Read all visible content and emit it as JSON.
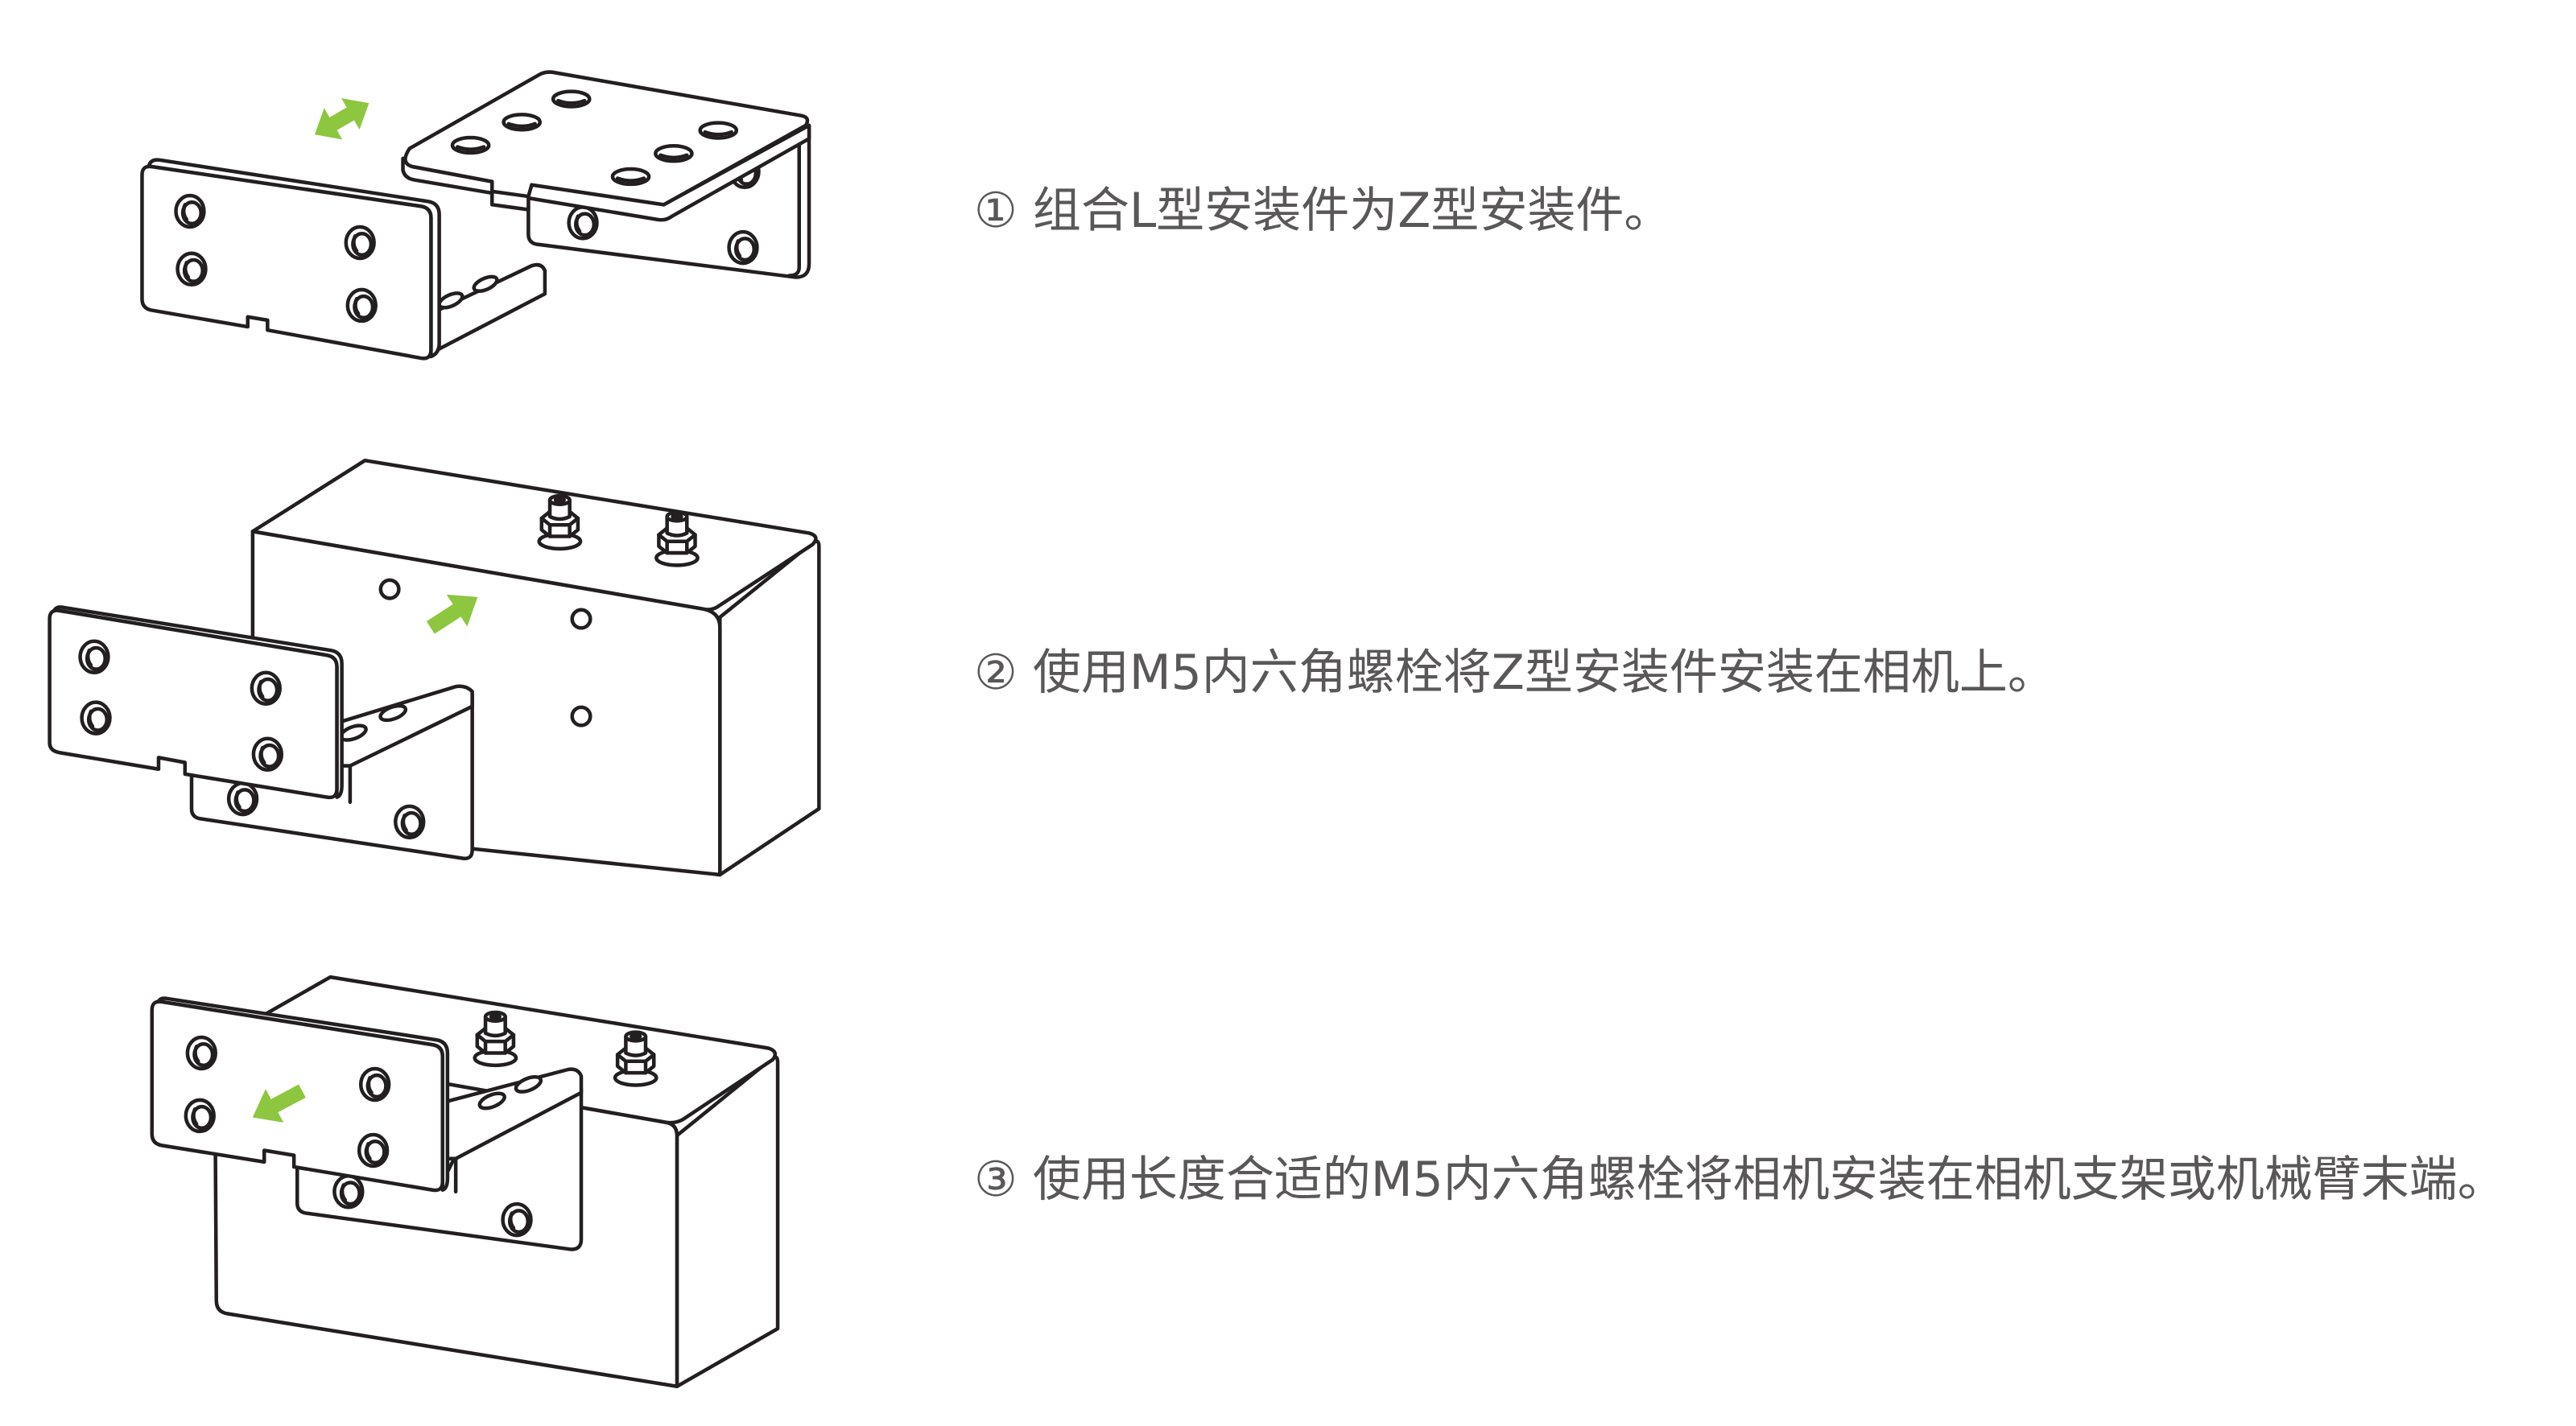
{
  "steps": [
    {
      "text": "① 组合L型安装件为Z型安装件。"
    },
    {
      "text": "② 使用M5内六角螺栓将Z型安装件安装在相机上。"
    },
    {
      "text": "③ 使用长度合适的M5内六角螺栓将相机安装在相机支架或机械臂末端。"
    }
  ],
  "colors": {
    "accent": "#8dc63f",
    "line": "#231f20",
    "text": "#595757",
    "background": "#ffffff"
  },
  "icons": {
    "step1_arrow": "double-arrow-icon",
    "step2_arrow": "arrow-up-right-icon",
    "step3_arrow": "arrow-down-left-icon"
  }
}
